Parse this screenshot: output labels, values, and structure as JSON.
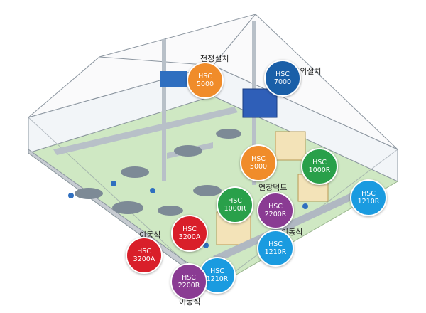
{
  "labels": {
    "ceiling": "천정설치",
    "outdoor": "옥외설치",
    "duct": "연장덕트",
    "mobile_left": "이동식",
    "mobile_right": "이동식",
    "mobile_bottom": "이동식"
  },
  "badges": [
    {
      "line1": "HSC",
      "line2": "5000"
    },
    {
      "line1": "HSC",
      "line2": "7000"
    },
    {
      "line1": "HSC",
      "line2": "5000"
    },
    {
      "line1": "HSC",
      "line2": "1000R"
    },
    {
      "line1": "HSC",
      "line2": "1210R"
    },
    {
      "line1": "HSC",
      "line2": "1000R"
    },
    {
      "line1": "HSC",
      "line2": "2200R"
    },
    {
      "line1": "HSC",
      "line2": "3200A"
    },
    {
      "line1": "HSC",
      "line2": "3200A"
    },
    {
      "line1": "HSC",
      "line2": "1210R"
    },
    {
      "line1": "HSC",
      "line2": "1210R"
    },
    {
      "line1": "HSC",
      "line2": "2200R"
    }
  ]
}
